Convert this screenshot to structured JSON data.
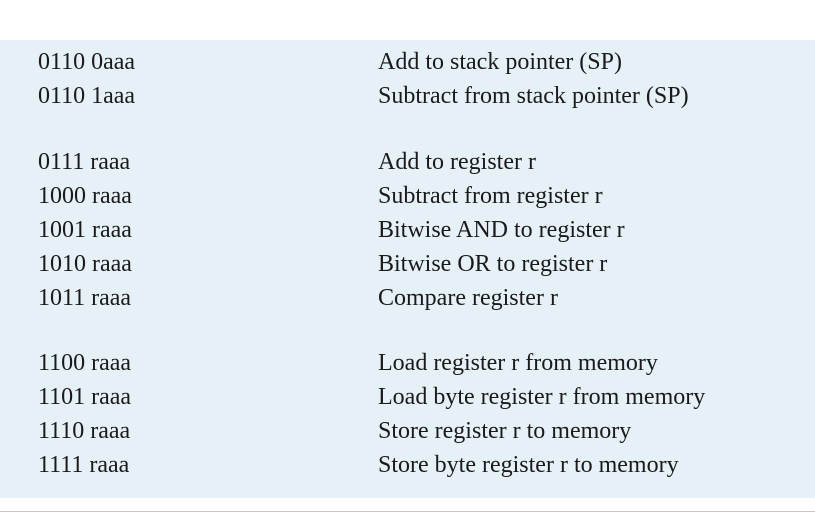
{
  "groups": [
    {
      "rows": [
        {
          "opcode": "0110 0aaa",
          "description": "Add to stack pointer (SP)"
        },
        {
          "opcode": "0110 1aaa",
          "description": "Subtract from stack pointer (SP)"
        }
      ]
    },
    {
      "rows": [
        {
          "opcode": "0111 raaa",
          "description": "Add to register r"
        },
        {
          "opcode": "1000 raaa",
          "description": "Subtract from register r"
        },
        {
          "opcode": "1001 raaa",
          "description": "Bitwise AND to register r"
        },
        {
          "opcode": "1010 raaa",
          "description": "Bitwise OR to register r"
        },
        {
          "opcode": "1011 raaa",
          "description": "Compare register r"
        }
      ]
    },
    {
      "rows": [
        {
          "opcode": "1100 raaa",
          "description": "Load register r from memory"
        },
        {
          "opcode": "1101 raaa",
          "description": "Load byte register r from memory"
        },
        {
          "opcode": "1110 raaa",
          "description": "Store register r to memory"
        },
        {
          "opcode": "1111 raaa",
          "description": "Store byte register r to memory"
        }
      ]
    }
  ],
  "colors": {
    "panel_background": "#e6f1f7",
    "text": "#1a1a1a"
  }
}
